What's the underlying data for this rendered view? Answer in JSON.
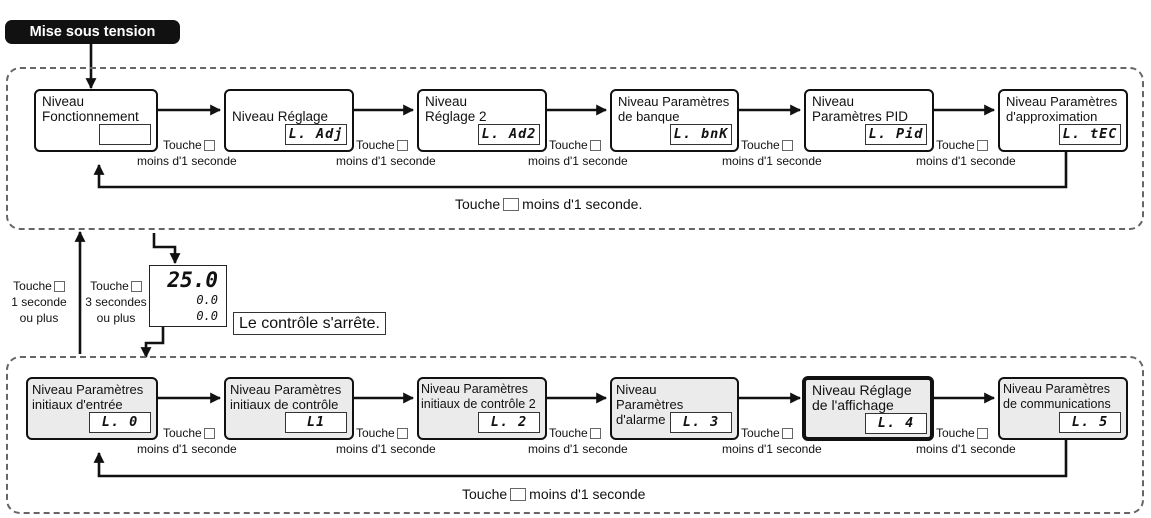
{
  "power_on": "Mise sous tension",
  "top_levels": [
    {
      "title": "Niveau Fonctionnement",
      "display": ""
    },
    {
      "title": "Niveau Réglage",
      "display": "L. Adj"
    },
    {
      "title": "Niveau Réglage 2",
      "display": "L. Ad2"
    },
    {
      "title": "Niveau Paramètres de banque",
      "display": "L. bnK"
    },
    {
      "title": "Niveau Paramètres PID",
      "display": "L. Pid"
    },
    {
      "title": "Niveau Paramètres d'approximation",
      "display": "L. tEC"
    }
  ],
  "bottom_levels": [
    {
      "title": "Niveau Paramètres initiaux d'entrée",
      "display": "L. 0"
    },
    {
      "title": "Niveau Paramètres initiaux de contrôle",
      "display": "L1"
    },
    {
      "title": "Niveau Paramètres initiaux de contrôle 2",
      "display": "L. 2"
    },
    {
      "title": "Niveau Paramètres d'alarme",
      "display": "L. 3"
    },
    {
      "title": "Niveau Réglage de l'affichage",
      "display": "L. 4"
    },
    {
      "title": "Niveau Paramètres de communications",
      "display": "L. 5"
    }
  ],
  "key_touch": "Touche",
  "key_short": "moins d'1 seconde",
  "top_return": {
    "pre": "Touche",
    "post": "moins d'1 seconde."
  },
  "bottom_return": {
    "pre": "Touche",
    "post": "moins d'1 seconde"
  },
  "side_left": {
    "line1": "Touche",
    "line2": "1 seconde",
    "line3": "ou plus"
  },
  "side_right": {
    "line1": "Touche",
    "line2": "3 secondes",
    "line3": "ou plus"
  },
  "stop_display": {
    "pv": "25.0",
    "sv1": "0.0",
    "sv2": "0.0"
  },
  "stop_note": "Le contrôle s'arrête."
}
